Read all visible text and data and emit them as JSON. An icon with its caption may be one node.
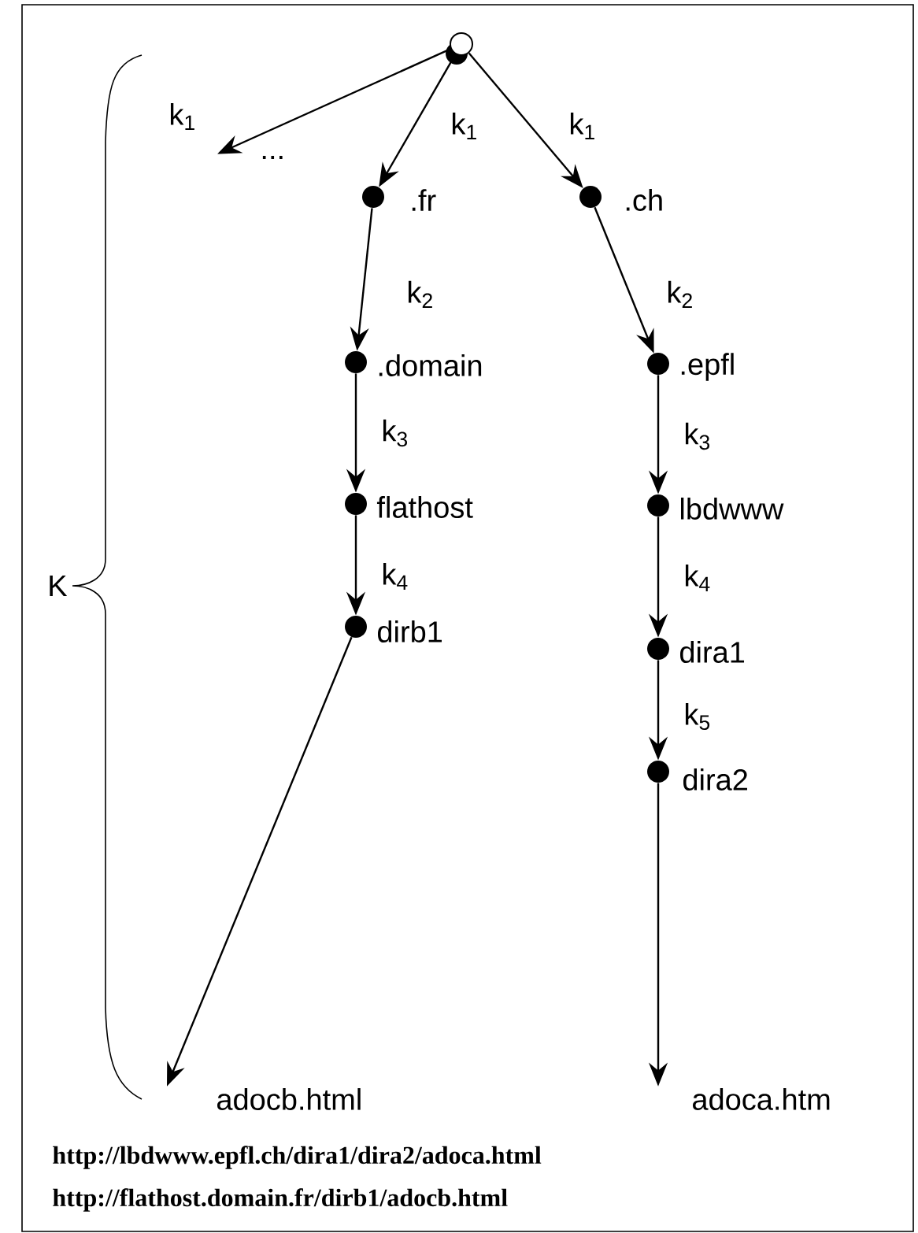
{
  "diagram": {
    "nodes": [
      {
        "text": [],
        "shape": "circle"
      },
      {
        "text": [
          "..."
        ]
      },
      {
        "text": [],
        "shape": "circle",
        "beside": [
          ".fr"
        ]
      },
      {
        "text": [],
        "shape": "circle",
        "beside": [
          ".ch"
        ]
      },
      {
        "text": [],
        "shape": "circle",
        "beside": [
          ".domain"
        ]
      },
      {
        "text": [],
        "shape": "circle",
        "beside": [
          ".epfl"
        ]
      },
      {
        "text": [],
        "shape": "circle",
        "beside": [
          "flathost"
        ]
      },
      {
        "text": [],
        "shape": "circle",
        "beside": [
          "lbdwww"
        ]
      },
      {
        "text": [],
        "shape": "circle",
        "beside": [
          "dirb1"
        ]
      },
      {
        "text": [],
        "shape": "circle",
        "beside": [
          "dira1"
        ]
      },
      {
        "text": [],
        "shape": "circle",
        "beside": [
          "dira2"
        ]
      },
      {
        "text": [
          "adocb.html"
        ]
      },
      {
        "text": [
          "adoca.htm"
        ]
      }
    ],
    "edges": [
      {
        "from": 0,
        "to": 1,
        "arrow": "to",
        "label": "k$_{1}$"
      },
      {
        "from": 0,
        "to": 2,
        "arrow": "to",
        "label": "k$_{1}$"
      },
      {
        "from": 0,
        "to": 3,
        "arrow": "to",
        "label": "k$_{1}$"
      },
      {
        "from": 2,
        "to": 4,
        "arrow": "to",
        "label": "k$_{2}$"
      },
      {
        "from": 4,
        "to": 6,
        "arrow": "to",
        "label": "k$_{3}$"
      },
      {
        "from": 6,
        "to": 8,
        "arrow": "to",
        "label": "k$_{4}$"
      },
      {
        "from": 8,
        "to": 11,
        "arrow": "to"
      },
      {
        "from": 3,
        "to": 5,
        "arrow": "to",
        "label": "k$_{2}$"
      },
      {
        "from": 5,
        "to": 7,
        "arrow": "to",
        "label": "k$_{3}$"
      },
      {
        "from": 7,
        "to": 9,
        "arrow": "to",
        "label": "k$_{4}$"
      },
      {
        "from": 9,
        "to": 10,
        "arrow": "to",
        "label": "k$_{5}$"
      },
      {
        "from": 10,
        "to": 12,
        "arrow": "to"
      }
    ],
    "labels": [
      "K",
      "http://lbdwww.epfl.ch/dira1/dira2/adoca.html",
      "http://flathost.domain.fr/dirb1/adocb.html"
    ]
  }
}
